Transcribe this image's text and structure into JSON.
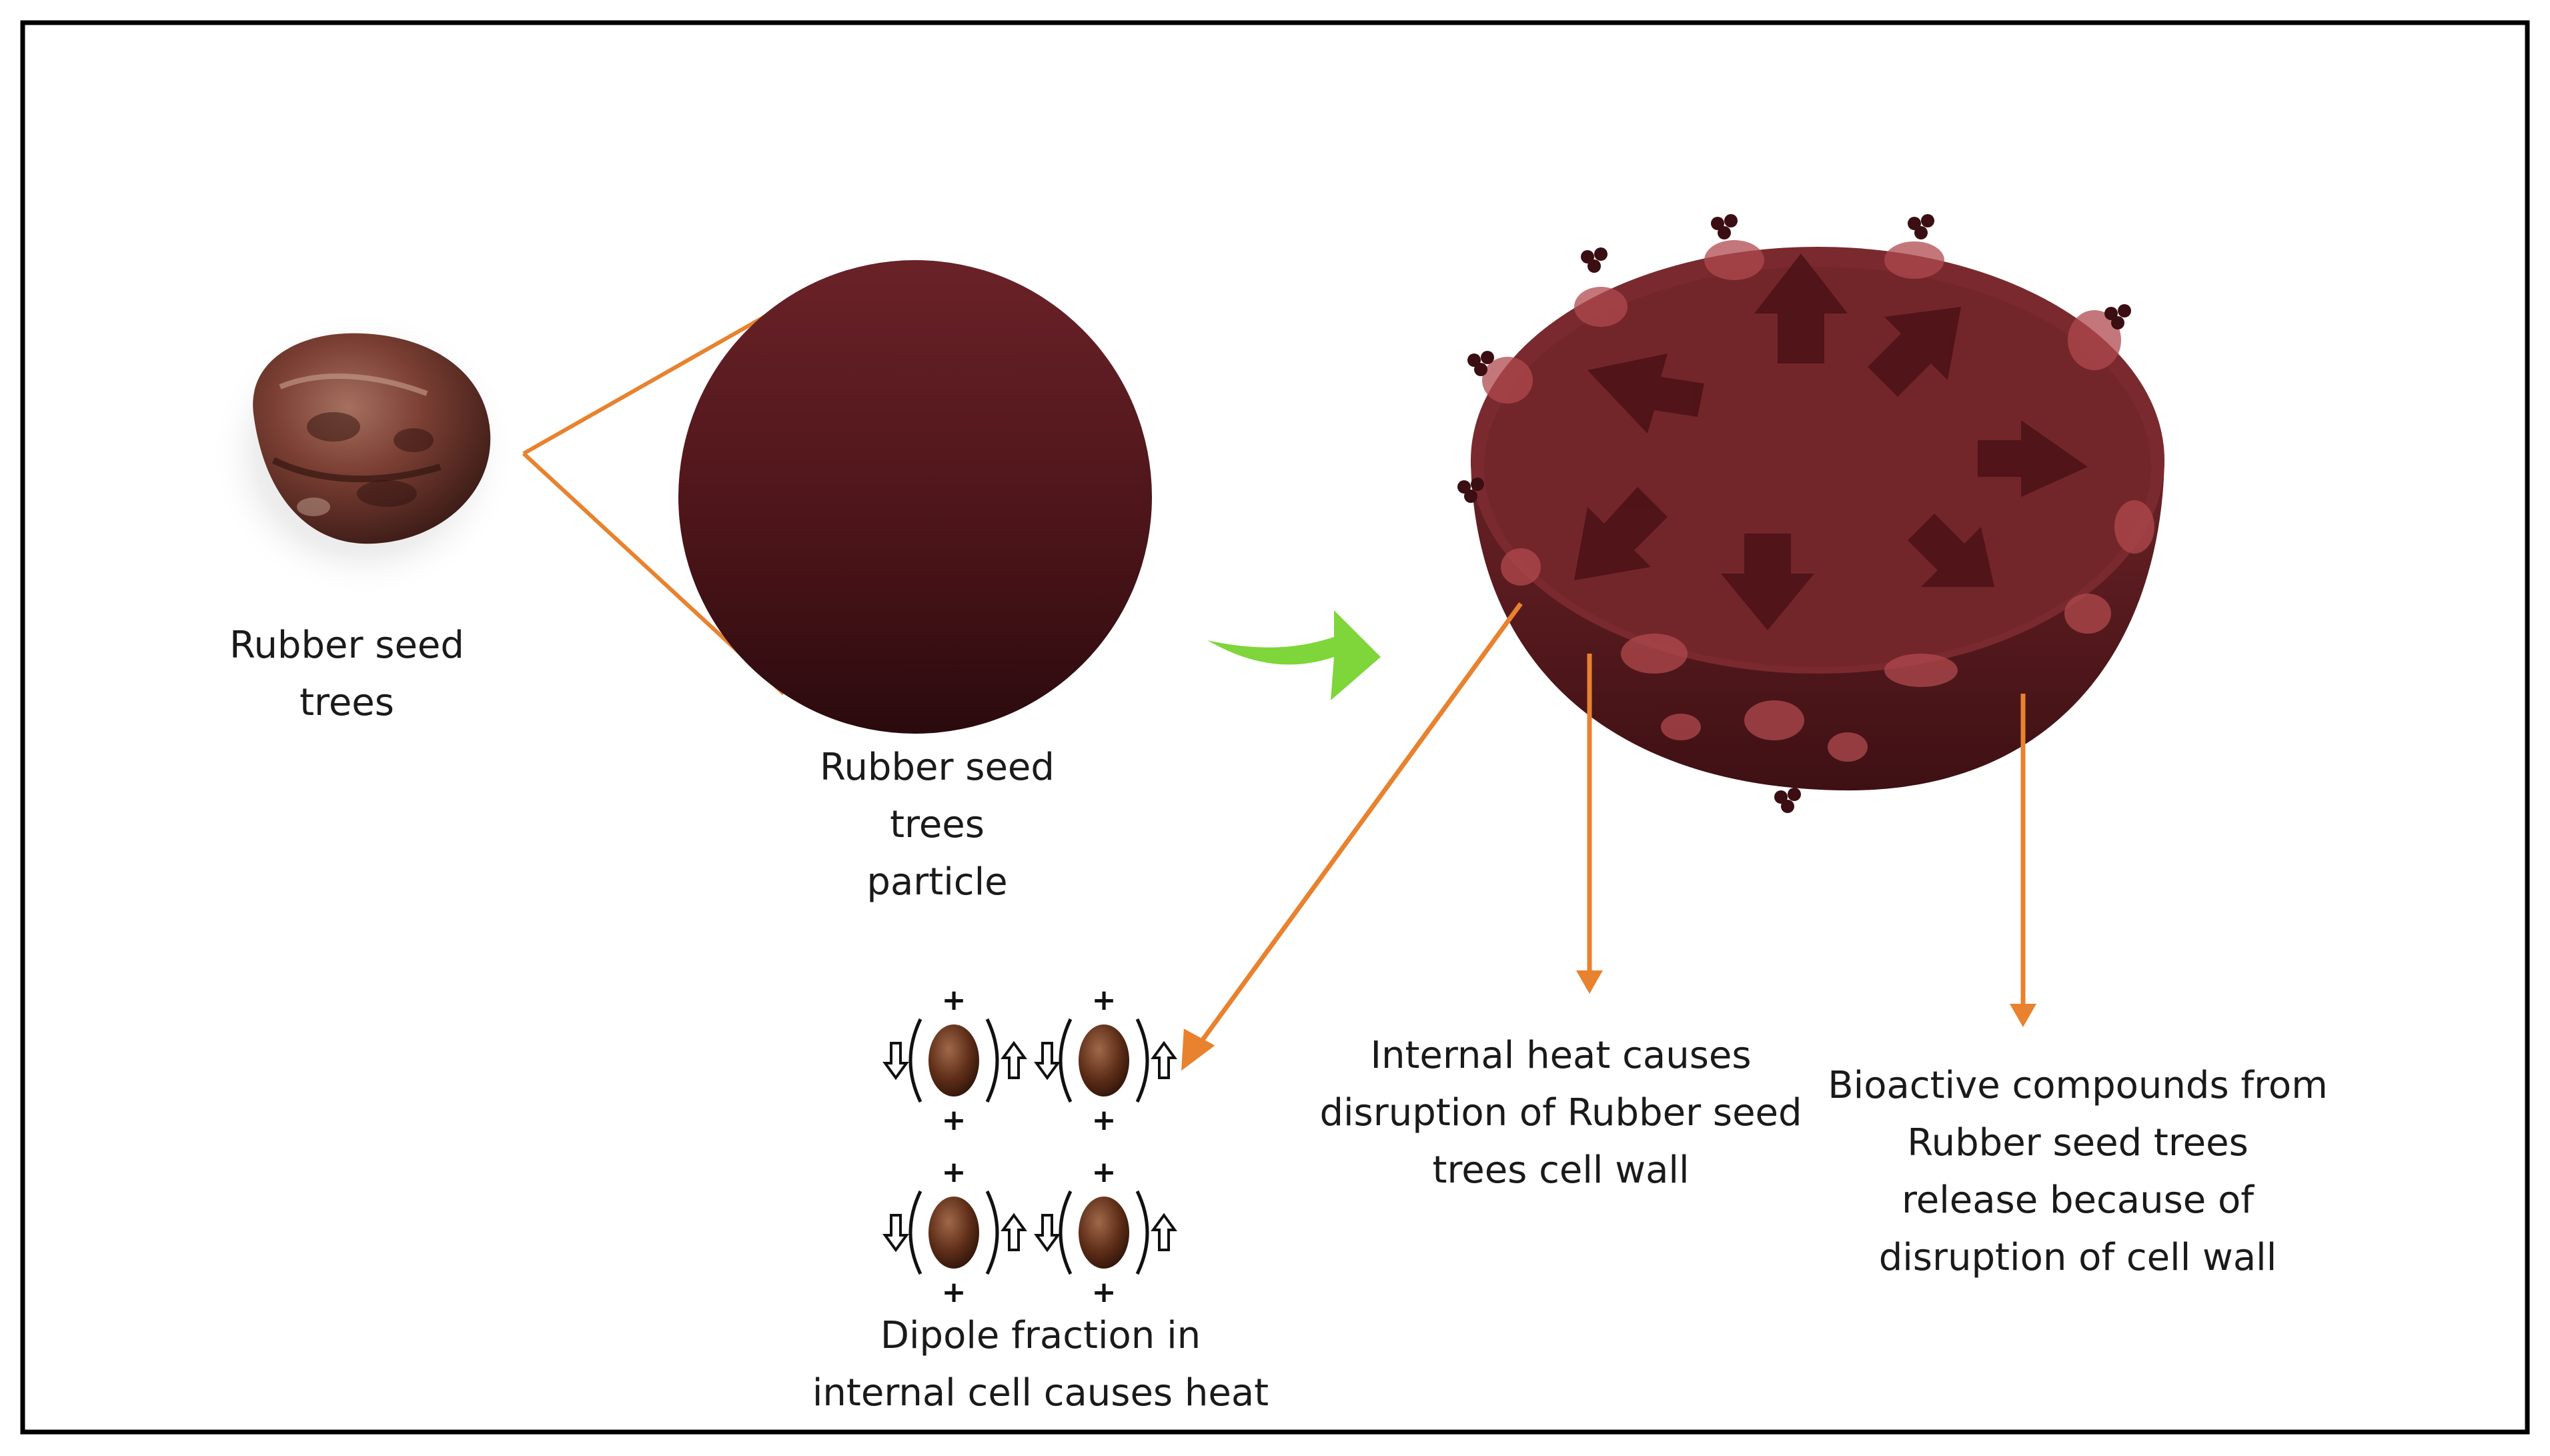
{
  "labels": {
    "seed": [
      "Rubber seed",
      "trees"
    ],
    "particle": [
      "Rubber seed",
      "trees",
      "particle"
    ],
    "dipole": [
      "Dipole fraction in",
      "internal cell causes heat"
    ],
    "heat": [
      "Internal heat causes",
      "disruption of Rubber seed",
      "trees cell wall"
    ],
    "bioactive": [
      "Bioactive compounds from",
      "Rubber seed trees",
      "release because of",
      "disruption of cell wall"
    ]
  },
  "charges": {
    "plus": "+"
  },
  "colors": {
    "border": "#000000",
    "connector": "#e8822e",
    "process_arrow": "#7ed63a",
    "particle": "#5a1a1f",
    "particle_dark": "#2a0a0e",
    "hemisphere_top": "#7a2a2e",
    "hemisphere_side": "#5a1c20",
    "dipole_body": "#6b3a22"
  },
  "icons": {
    "seed": "rubber-seed-photo",
    "particle": "particle-sphere",
    "process": "curved-green-arrow",
    "cell": "cracked-hemisphere",
    "dipole": "dipole-molecule",
    "up": "hollow-up-arrow",
    "down": "hollow-down-arrow"
  }
}
